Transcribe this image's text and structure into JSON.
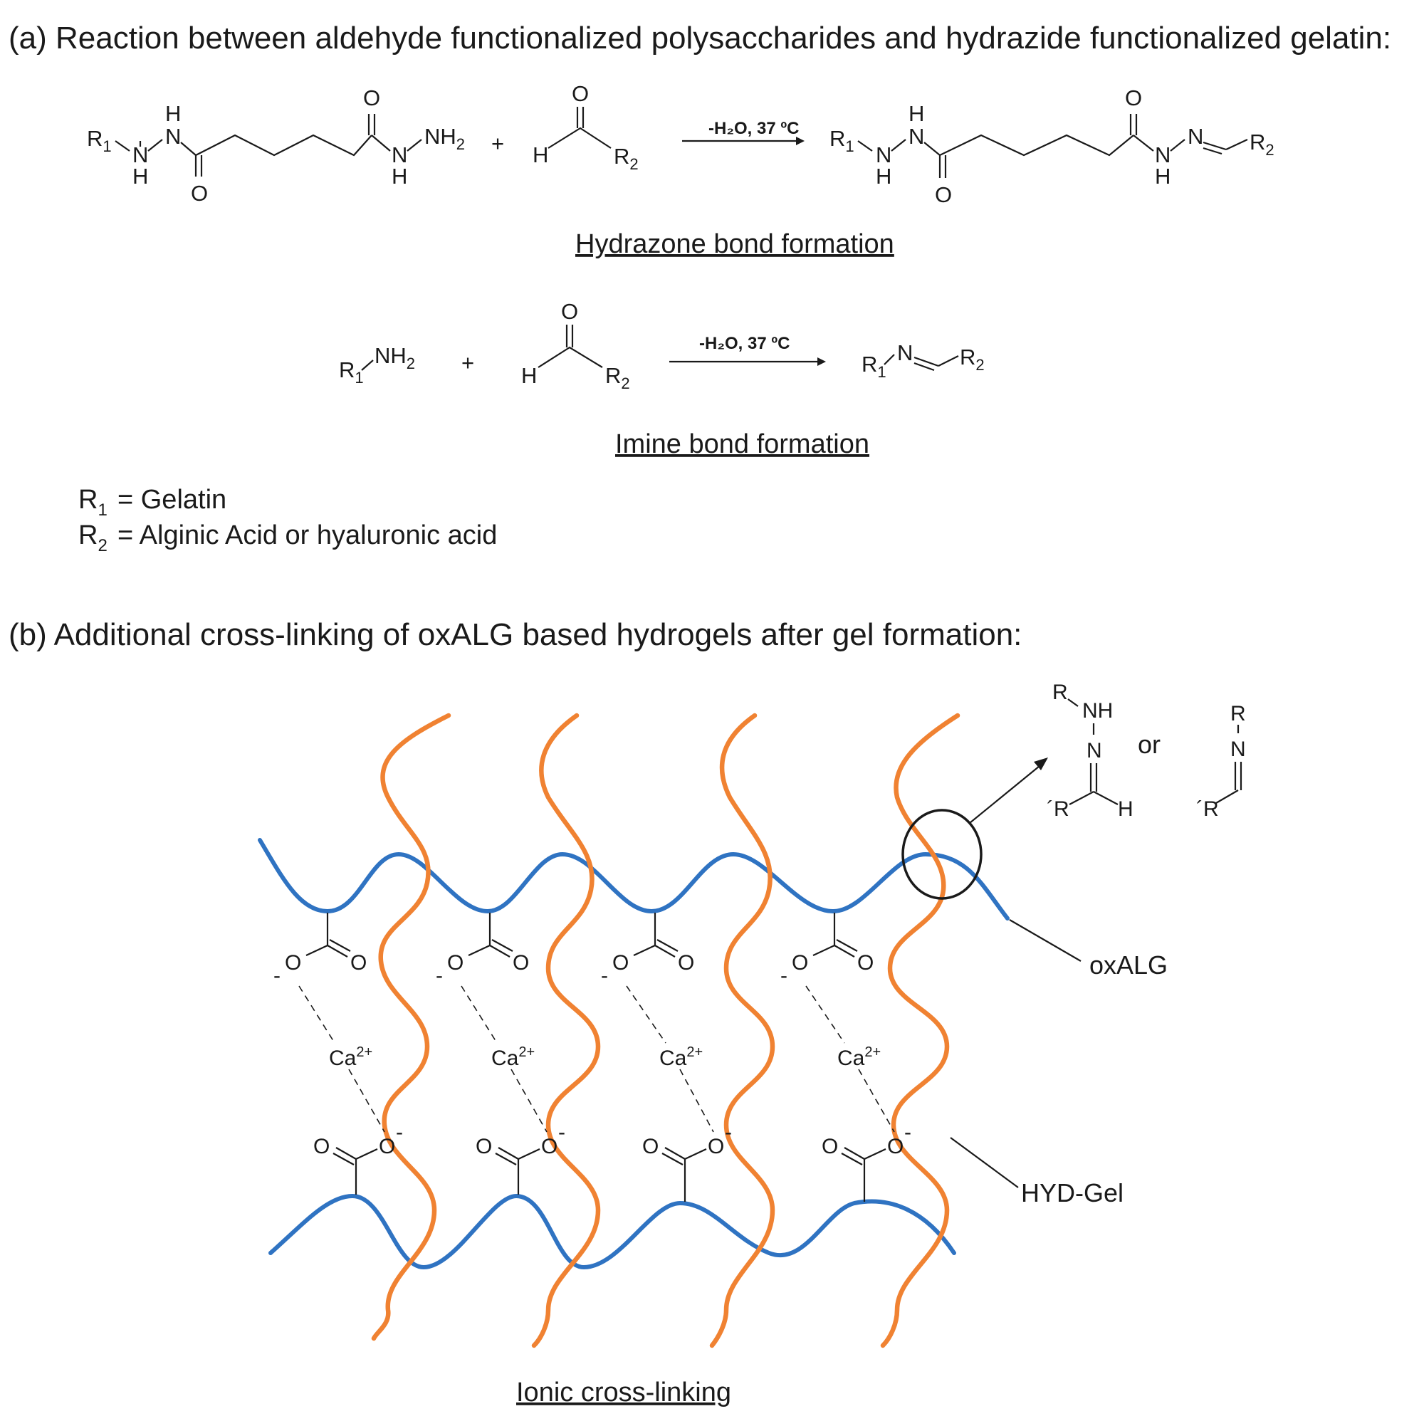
{
  "panel_a": {
    "heading": "(a) Reaction between aldehyde functionalized polysaccharides and hydrazide functionalized gelatin:",
    "hydrazone": {
      "condition": "-H₂O, 37 ºC",
      "caption": "Hydrazone bond formation"
    },
    "imine": {
      "condition": "-H₂O, 37 ºC",
      "caption": "Imine bond formation"
    },
    "legend": {
      "r1": "= Gelatin",
      "r2": "= Alginic Acid or hyaluronic acid"
    }
  },
  "panel_b": {
    "heading": "(b) Additional cross-linking of oxALG based hydrogels after gel formation:",
    "label_oxalg": "oxALG",
    "label_hydgel": "HYD-Gel",
    "connector": "or",
    "ion": "Ca",
    "ion_charge": "2+",
    "caption": "Ionic cross-linking"
  },
  "colors": {
    "oxalg_chain": "#2f73c2",
    "hydgel_chain": "#f08232"
  }
}
